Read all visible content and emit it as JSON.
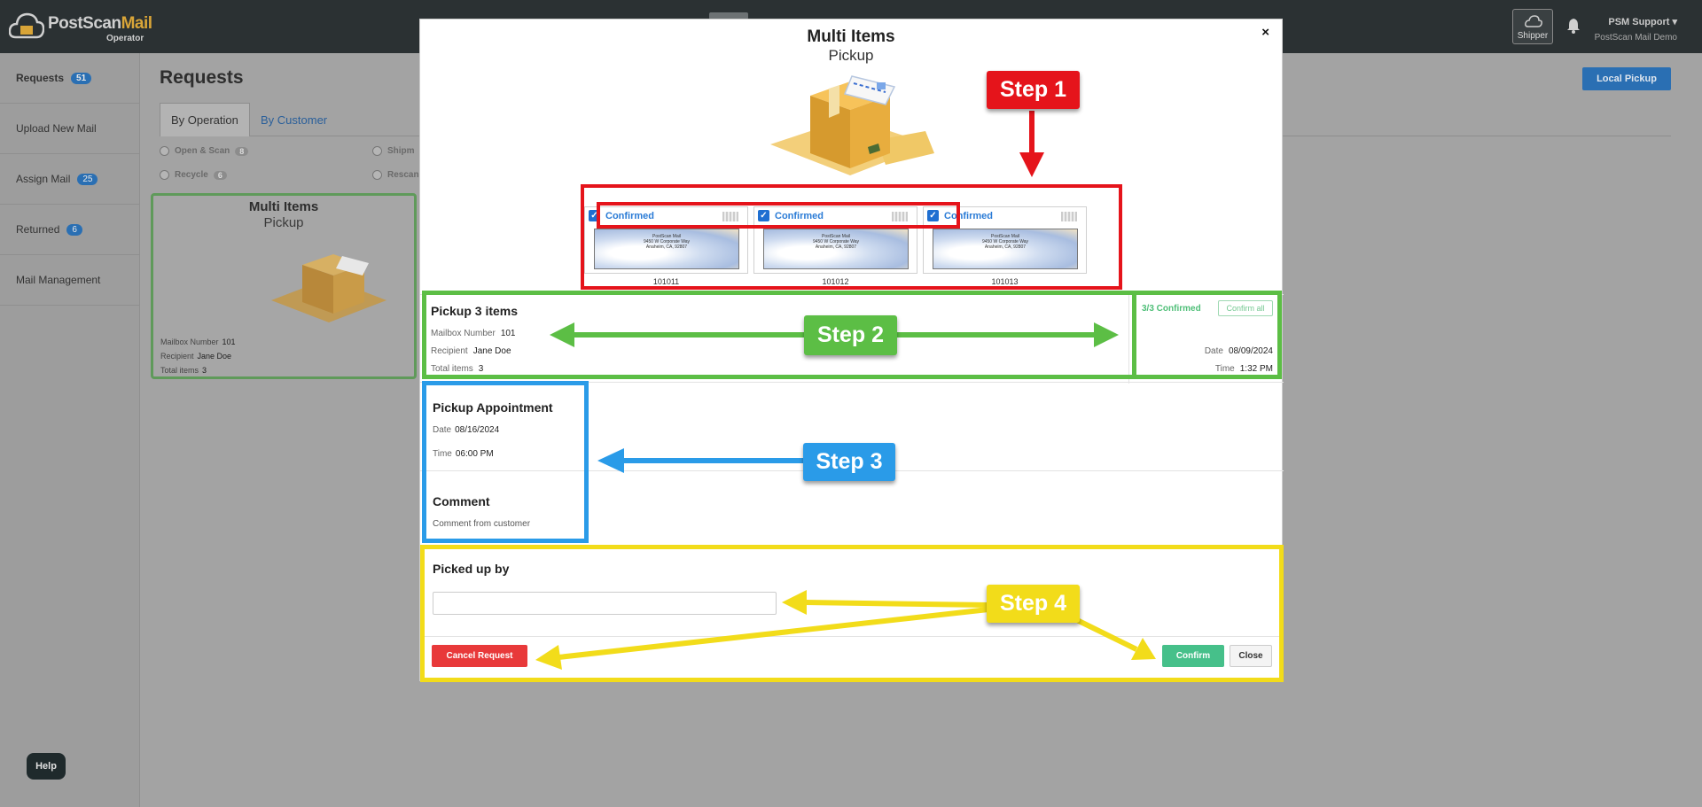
{
  "app": {
    "logo_part1": "PostScan",
    "logo_part2": "Mail",
    "logo_sub": "Operator",
    "shipper_label": "Shipper",
    "user_name": "PSM Support ▾",
    "user_org": "PostScan Mail Demo",
    "help_label": "Help"
  },
  "sidebar": {
    "items": [
      {
        "label": "Requests",
        "badge": "51"
      },
      {
        "label": "Upload New Mail",
        "badge": ""
      },
      {
        "label": "Assign Mail",
        "badge": "25"
      },
      {
        "label": "Returned",
        "badge": "6"
      },
      {
        "label": "Mail Management",
        "badge": ""
      }
    ]
  },
  "page": {
    "title": "Requests",
    "local_pickup_label": "Local Pickup",
    "tabs": [
      "By Operation",
      "By Customer"
    ],
    "filters": [
      {
        "label": "Open & Scan",
        "count": "8"
      },
      {
        "label": "Recycle",
        "count": "6"
      },
      {
        "label": "Shipm",
        "count": ""
      },
      {
        "label": "Rescan",
        "count": ""
      }
    ],
    "card": {
      "title": "Multi Items",
      "subtitle": "Pickup",
      "mailbox_label": "Mailbox Number",
      "mailbox_value": "101",
      "recipient_label": "Recipient",
      "recipient_value": "Jane Doe",
      "total_label": "Total items",
      "total_value": "3"
    }
  },
  "modal": {
    "close_glyph": "×",
    "title": "Multi Items",
    "subtitle": "Pickup",
    "items": [
      {
        "status": "Confirmed",
        "id": "101011",
        "env_lines": [
          "PostScan Mail",
          "9450 W Corporate Way",
          "Anaheim, CA, 92807"
        ]
      },
      {
        "status": "Confirmed",
        "id": "101012",
        "env_lines": [
          "PostScan Mail",
          "9450 W Corporate Way",
          "Anaheim, CA, 92807"
        ]
      },
      {
        "status": "Confirmed",
        "id": "101013",
        "env_lines": [
          "PostScan Mail",
          "9450 W Corporate Way",
          "Anaheim, CA, 92807"
        ]
      }
    ],
    "summary": {
      "title": "Pickup 3 items",
      "mailbox_label": "Mailbox Number",
      "mailbox_value": "101",
      "recipient_label": "Recipient",
      "recipient_value": "Jane Doe",
      "total_label": "Total items",
      "total_value": "3",
      "confirmed_text": "3/3 Confirmed",
      "confirm_all_label": "Confirm all",
      "date_label": "Date",
      "date_value": "08/09/2024",
      "time_label": "Time",
      "time_value": "1:32 PM"
    },
    "appointment": {
      "title": "Pickup Appointment",
      "date_label": "Date",
      "date_value": "08/16/2024",
      "time_label": "Time",
      "time_value": "06:00 PM"
    },
    "comment": {
      "title": "Comment",
      "text": "Comment from customer"
    },
    "picked_up": {
      "title": "Picked up by",
      "value": "",
      "placeholder": ""
    },
    "buttons": {
      "cancel": "Cancel Request",
      "confirm": "Confirm",
      "close": "Close"
    }
  },
  "annotations": {
    "step1": {
      "label": "Step 1",
      "color": "#e5141b"
    },
    "step2": {
      "label": "Step 2",
      "color": "#5cbe45"
    },
    "step3": {
      "label": "Step 3",
      "color": "#2a9be8"
    },
    "step4": {
      "label": "Step 4",
      "color": "#f2dc1a"
    }
  }
}
